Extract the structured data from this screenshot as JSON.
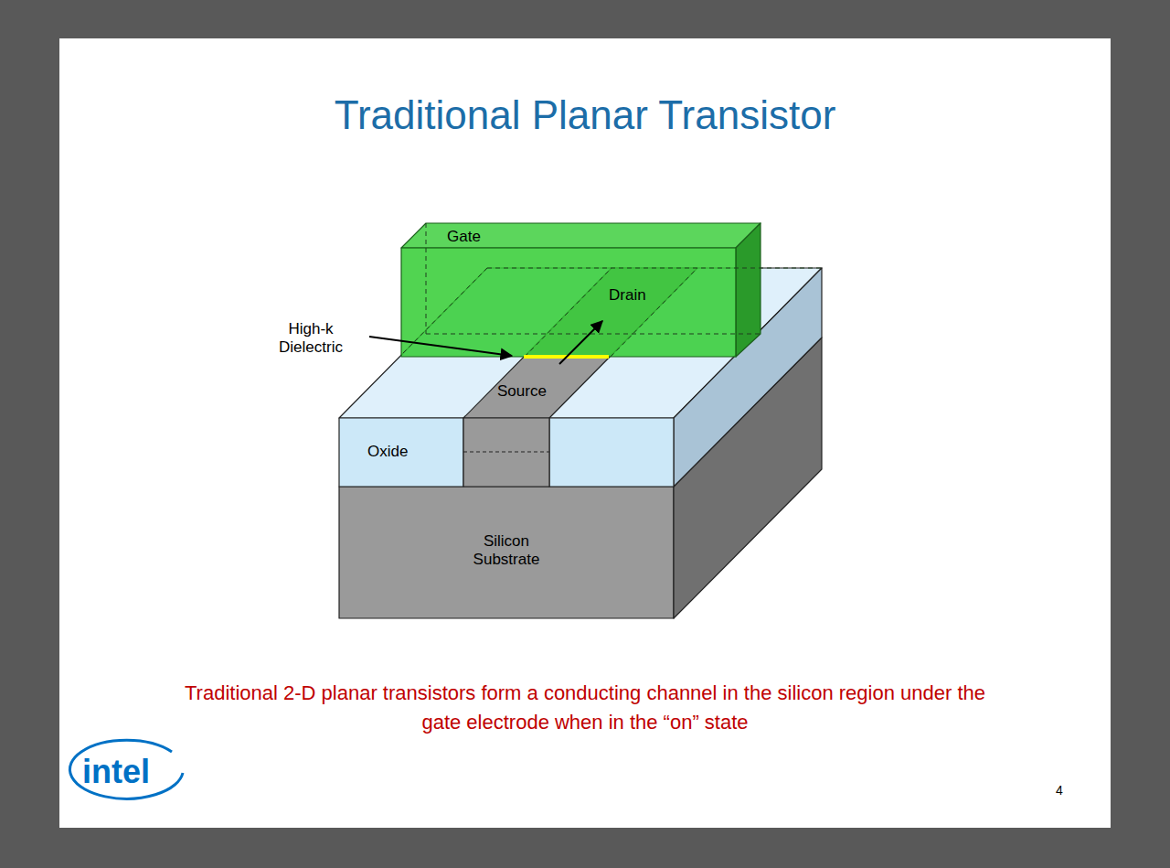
{
  "diagram": {
    "title": "Traditional Planar Transistor",
    "caption": "Traditional 2-D planar transistors form a conducting channel in the silicon region under the gate electrode when in the “on” state",
    "labels": [
      "Gate",
      "Drain",
      "High-k Dielectric",
      "Source",
      "Oxide",
      "Silicon Substrate",
      "4",
      "intel"
    ]
  }
}
